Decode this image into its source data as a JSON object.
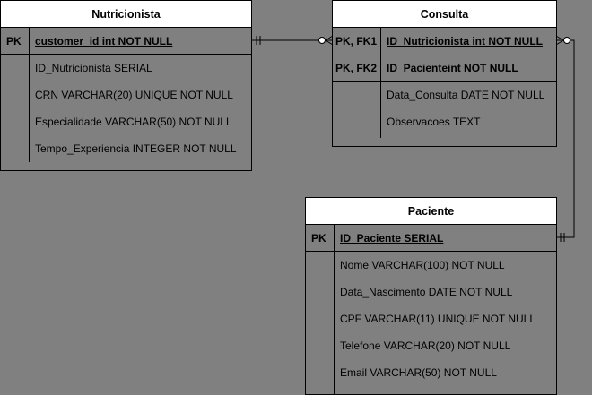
{
  "entities": {
    "nutricionista": {
      "title": "Nutricionista",
      "pk_key": "PK",
      "pk_field": "customer_id int NOT NULL",
      "fields": [
        "ID_Nutricionista SERIAL",
        "CRN VARCHAR(20) UNIQUE NOT NULL",
        "Especialidade VARCHAR(50) NOT NULL",
        "Tempo_Experiencia INTEGER NOT NULL"
      ]
    },
    "consulta": {
      "title": "Consulta",
      "pk1_key": "PK, FK1",
      "pk1_field": "ID_Nutricionista int NOT NULL",
      "pk2_key": "PK, FK2",
      "pk2_field": "ID_Pacienteint NOT NULL",
      "fields": [
        "Data_Consulta DATE NOT NULL",
        "Observacoes TEXT"
      ]
    },
    "paciente": {
      "title": "Paciente",
      "pk_key": "PK",
      "pk_field": "ID_Paciente SERIAL",
      "fields": [
        "Nome VARCHAR(100) NOT NULL",
        "Data_Nascimento DATE NOT NULL",
        "CPF VARCHAR(11) UNIQUE NOT NULL",
        "Telefone VARCHAR(20) NOT NULL",
        "Email VARCHAR(50) NOT NULL"
      ]
    }
  },
  "relationships": [
    {
      "from": "Nutricionista",
      "to": "Consulta",
      "from_end": "exactly-one",
      "to_end": "zero-or-many"
    },
    {
      "from": "Paciente",
      "to": "Consulta",
      "from_end": "exactly-one",
      "to_end": "zero-or-many"
    }
  ]
}
